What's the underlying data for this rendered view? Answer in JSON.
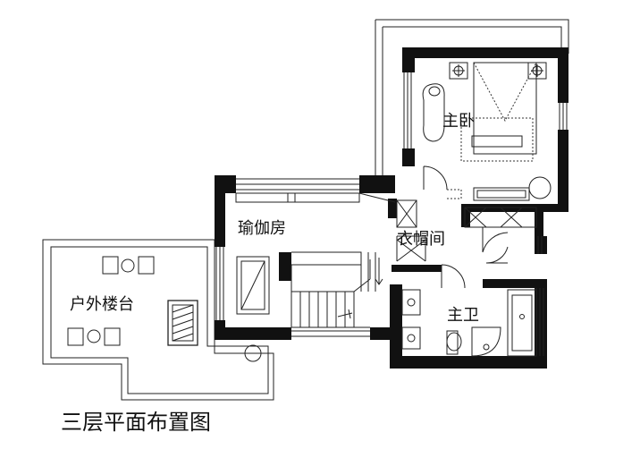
{
  "rooms": {
    "master_bedroom": "主卧",
    "yoga_room": "瑜伽房",
    "closet": "衣帽间",
    "outdoor_terrace": "户外楼台",
    "master_bath": "主卫"
  },
  "caption": "三层平面布置图",
  "colors": {
    "wall": "#111111",
    "line": "#222222",
    "background": "#ffffff"
  }
}
